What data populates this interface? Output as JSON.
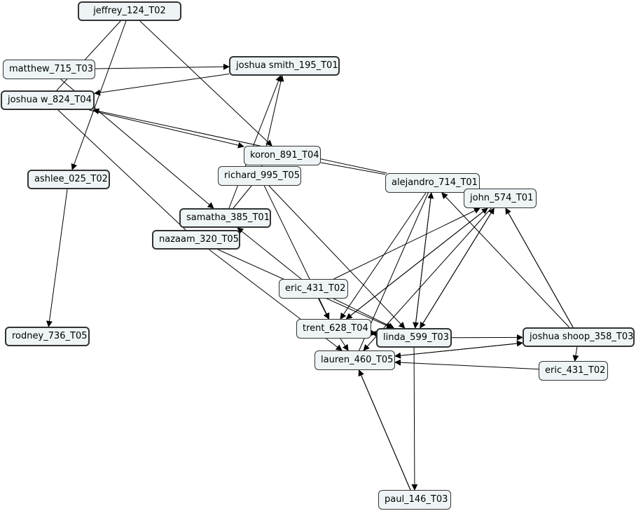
{
  "diagram": {
    "title": "",
    "nodes": [
      {
        "id": "jeffrey",
        "label": "jeffrey_124_T02",
        "bold": true
      },
      {
        "id": "matthew",
        "label": "matthew_715_T03",
        "bold": false
      },
      {
        "id": "joshua_smith",
        "label": "joshua smith_195_T01",
        "bold": true
      },
      {
        "id": "joshua_w",
        "label": "joshua w_824_T04",
        "bold": true
      },
      {
        "id": "koron",
        "label": "koron_891_T04",
        "bold": false
      },
      {
        "id": "richard",
        "label": "richard_995_T05",
        "bold": false
      },
      {
        "id": "ashlee",
        "label": "ashlee_025_T02",
        "bold": true
      },
      {
        "id": "alejandro",
        "label": "alejandro_714_T01",
        "bold": false
      },
      {
        "id": "john",
        "label": "john_574_T01",
        "bold": false
      },
      {
        "id": "samatha",
        "label": "samatha_385_T01",
        "bold": true
      },
      {
        "id": "nazaam",
        "label": "nazaam_320_T05",
        "bold": true
      },
      {
        "id": "eric1",
        "label": "eric_431_T02",
        "bold": false
      },
      {
        "id": "rodney",
        "label": "rodney_736_T05",
        "bold": true
      },
      {
        "id": "trent",
        "label": "trent_628_T04",
        "bold": false
      },
      {
        "id": "linda",
        "label": "linda_599_T03",
        "bold": true
      },
      {
        "id": "joshua_shoop",
        "label": "joshua shoop_358_T03",
        "bold": true
      },
      {
        "id": "lauren",
        "label": "lauren_460_T05",
        "bold": false
      },
      {
        "id": "eric2",
        "label": "eric_431_T02",
        "bold": false
      },
      {
        "id": "paul",
        "label": "paul_146_T03",
        "bold": false
      }
    ],
    "edges": [
      {
        "from": "jeffrey",
        "to": "ashlee",
        "arrow": true
      },
      {
        "from": "jeffrey",
        "to": "koron",
        "arrow": true
      },
      {
        "from": "jeffrey",
        "to": "joshua_w",
        "arrow": false
      },
      {
        "from": "matthew",
        "to": "joshua_smith",
        "arrow": true
      },
      {
        "from": "matthew",
        "to": "samatha",
        "arrow": true
      },
      {
        "from": "joshua_smith",
        "to": "joshua_w",
        "arrow": true
      },
      {
        "from": "joshua_w",
        "to": "koron",
        "arrow": true
      },
      {
        "from": "joshua_w",
        "to": "nazaam",
        "arrow": false
      },
      {
        "from": "alejandro",
        "to": "joshua_w",
        "arrow": true
      },
      {
        "from": "richard",
        "to": "joshua_smith",
        "arrow": true
      },
      {
        "from": "samatha",
        "to": "joshua_smith",
        "arrow": true
      },
      {
        "from": "ashlee",
        "to": "rodney",
        "arrow": true
      },
      {
        "from": "richard",
        "to": "trent",
        "arrow": true
      },
      {
        "from": "richard",
        "to": "linda",
        "arrow": true
      },
      {
        "from": "richard",
        "to": "samatha",
        "arrow": false
      },
      {
        "from": "eric1",
        "to": "samatha",
        "arrow": true
      },
      {
        "from": "eric1",
        "to": "trent",
        "arrow": true
      },
      {
        "from": "eric1",
        "to": "linda",
        "arrow": true
      },
      {
        "from": "eric1",
        "to": "john",
        "arrow": true
      },
      {
        "from": "nazaam",
        "to": "lauren",
        "arrow": true
      },
      {
        "from": "nazaam",
        "to": "linda",
        "arrow": true
      },
      {
        "from": "alejandro",
        "to": "trent",
        "arrow": true
      },
      {
        "from": "alejandro",
        "to": "linda",
        "arrow": true
      },
      {
        "from": "alejandro",
        "to": "lauren",
        "arrow": false
      },
      {
        "from": "linda",
        "to": "alejandro",
        "arrow": true
      },
      {
        "from": "john",
        "to": "trent",
        "arrow": true
      },
      {
        "from": "john",
        "to": "linda",
        "arrow": true
      },
      {
        "from": "john",
        "to": "lauren",
        "arrow": true
      },
      {
        "from": "trent",
        "to": "john",
        "arrow": true
      },
      {
        "from": "linda",
        "to": "john",
        "arrow": true
      },
      {
        "from": "joshua_shoop",
        "to": "john",
        "arrow": true
      },
      {
        "from": "joshua_shoop",
        "to": "alejandro",
        "arrow": true
      },
      {
        "from": "joshua_shoop",
        "to": "lauren",
        "arrow": true
      },
      {
        "from": "joshua_shoop",
        "to": "eric2",
        "arrow": true
      },
      {
        "from": "linda",
        "to": "joshua_shoop",
        "arrow": true
      },
      {
        "from": "lauren",
        "to": "joshua_shoop",
        "arrow": true
      },
      {
        "from": "eric2",
        "to": "lauren",
        "arrow": true
      },
      {
        "from": "john",
        "to": "joshua_shoop",
        "arrow": false
      },
      {
        "from": "trent",
        "to": "linda",
        "arrow": true
      },
      {
        "from": "linda",
        "to": "trent",
        "arrow": true
      },
      {
        "from": "linda",
        "to": "paul",
        "arrow": true
      },
      {
        "from": "paul",
        "to": "lauren",
        "arrow": true
      },
      {
        "from": "lauren",
        "to": "paul",
        "arrow": false
      },
      {
        "from": "koron",
        "to": "alejandro",
        "arrow": false
      },
      {
        "from": "trent",
        "to": "lauren",
        "arrow": true
      }
    ]
  }
}
